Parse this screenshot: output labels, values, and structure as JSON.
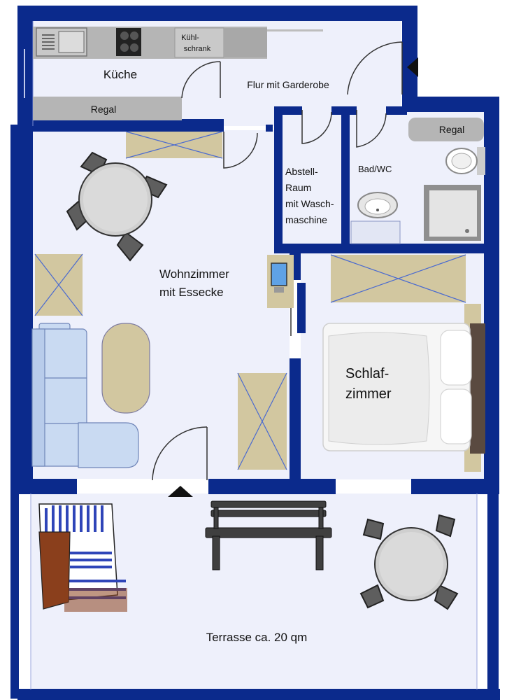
{
  "rooms": {
    "kitchen": "Küche",
    "hallway": "Flur mit Garderobe",
    "storage_line1": "Abstell-",
    "storage_line2": "Raum",
    "storage_line3": "mit Wasch-",
    "storage_line4": "maschine",
    "bathroom": "Bad/WC",
    "living_line1": "Wohnzimmer",
    "living_line2": "mit Essecke",
    "bedroom_line1": "Schlaf-",
    "bedroom_line2": "zimmer",
    "terrace": "Terrasse ca. 20 qm"
  },
  "furniture": {
    "kitchen_shelf": "Regal",
    "bathroom_shelf": "Regal",
    "fridge_line1": "Kühl-",
    "fridge_line2": "schrank"
  },
  "colors": {
    "wall": "#0b2a8c",
    "floor": "#eef0fb",
    "cabinet": "#d2c7a0",
    "counter": "#b5b5b5",
    "sofa": "#c9daf2",
    "stripe": "#2f45b8"
  }
}
